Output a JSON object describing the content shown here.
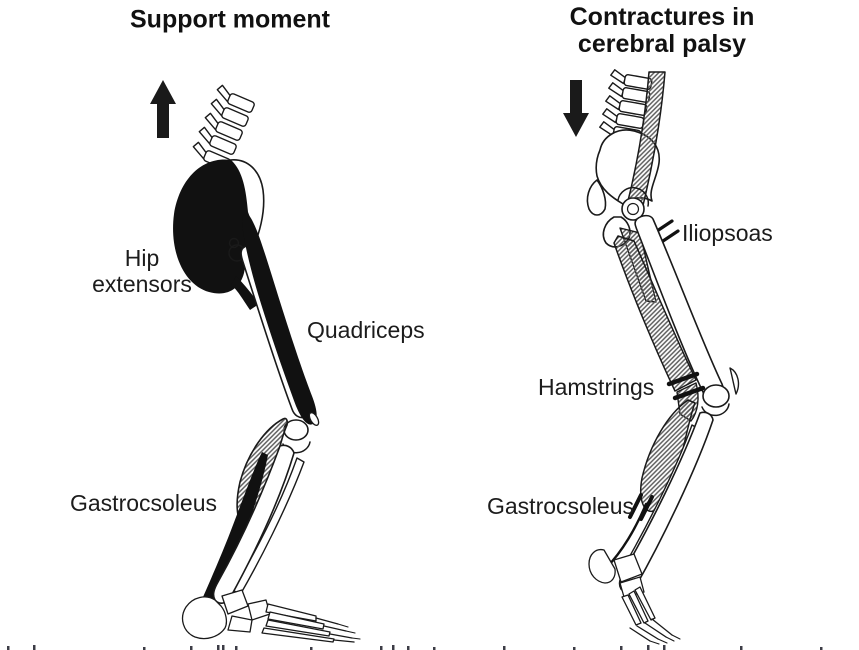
{
  "colors": {
    "ink": "#1a1a1a",
    "paper": "#ffffff",
    "hatch_gray": "#5f5f5f"
  },
  "left_panel": {
    "title": "Support moment",
    "arrow_direction": "up",
    "label_hip_extensors_line1": "Hip",
    "label_hip_extensors_line2": "extensors",
    "label_quadriceps": "Quadriceps",
    "label_gastrocsoleus": "Gastrocsoleus"
  },
  "right_panel": {
    "title_line1": "Contractures in",
    "title_line2": "cerebral palsy",
    "arrow_direction": "down",
    "label_iliopsoas": "Iliopsoas",
    "label_hamstrings": "Hamstrings",
    "label_gastrocsoleus": "Gastrocsoleus"
  }
}
